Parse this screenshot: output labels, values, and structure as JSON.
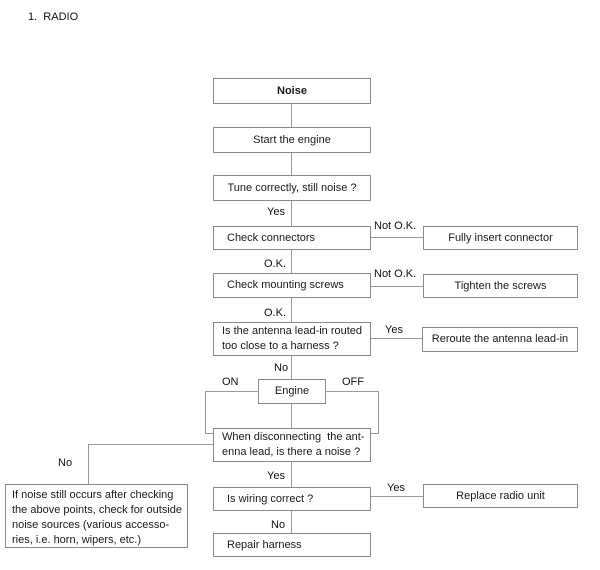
{
  "title": "1.  RADIO",
  "colors": {
    "background": "#ffffff",
    "box_border": "#8a8a8a",
    "connector_line": "#9a9a9a",
    "text": "#1a1a1a"
  },
  "nodes": {
    "noise": {
      "label": "Noise"
    },
    "start_engine": {
      "label": "Start the engine"
    },
    "tune": {
      "label": "Tune correctly, still noise ?"
    },
    "check_connectors": {
      "label": "Check connectors"
    },
    "fully_insert": {
      "label": "Fully insert connector"
    },
    "check_screws": {
      "label": "Check mounting screws"
    },
    "tighten": {
      "label": "Tighten the screws"
    },
    "antenna": {
      "line1": "Is the antenna lead-in routed",
      "line2": "too close to a harness ?"
    },
    "reroute": {
      "label": "Reroute the antenna lead-in"
    },
    "engine": {
      "label": "Engine"
    },
    "disconnect": {
      "line1": "When disconnecting  the ant-",
      "line2": "enna lead, is there a noise ?"
    },
    "outside_noise": {
      "line1": "If noise still occurs after checking",
      "line2": "the above points, check for outside",
      "line3": "noise sources (various accesso-",
      "line4": "ries, i.e. horn, wipers, etc.)"
    },
    "wiring": {
      "label": "Is wiring correct ?"
    },
    "replace_radio": {
      "label": "Replace radio unit"
    },
    "repair_harness": {
      "label": "Repair harness"
    }
  },
  "edge_labels": {
    "yes_tune": "Yes",
    "not_ok_connectors": "Not O.K.",
    "ok_connectors": "O.K.",
    "not_ok_screws": "Not O.K.",
    "ok_screws": "O.K.",
    "yes_antenna": "Yes",
    "no_antenna": "No",
    "engine_on": "ON",
    "engine_off": "OFF",
    "no_disconnect": "No",
    "yes_disconnect": "Yes",
    "yes_wiring": "Yes",
    "no_wiring": "No"
  }
}
